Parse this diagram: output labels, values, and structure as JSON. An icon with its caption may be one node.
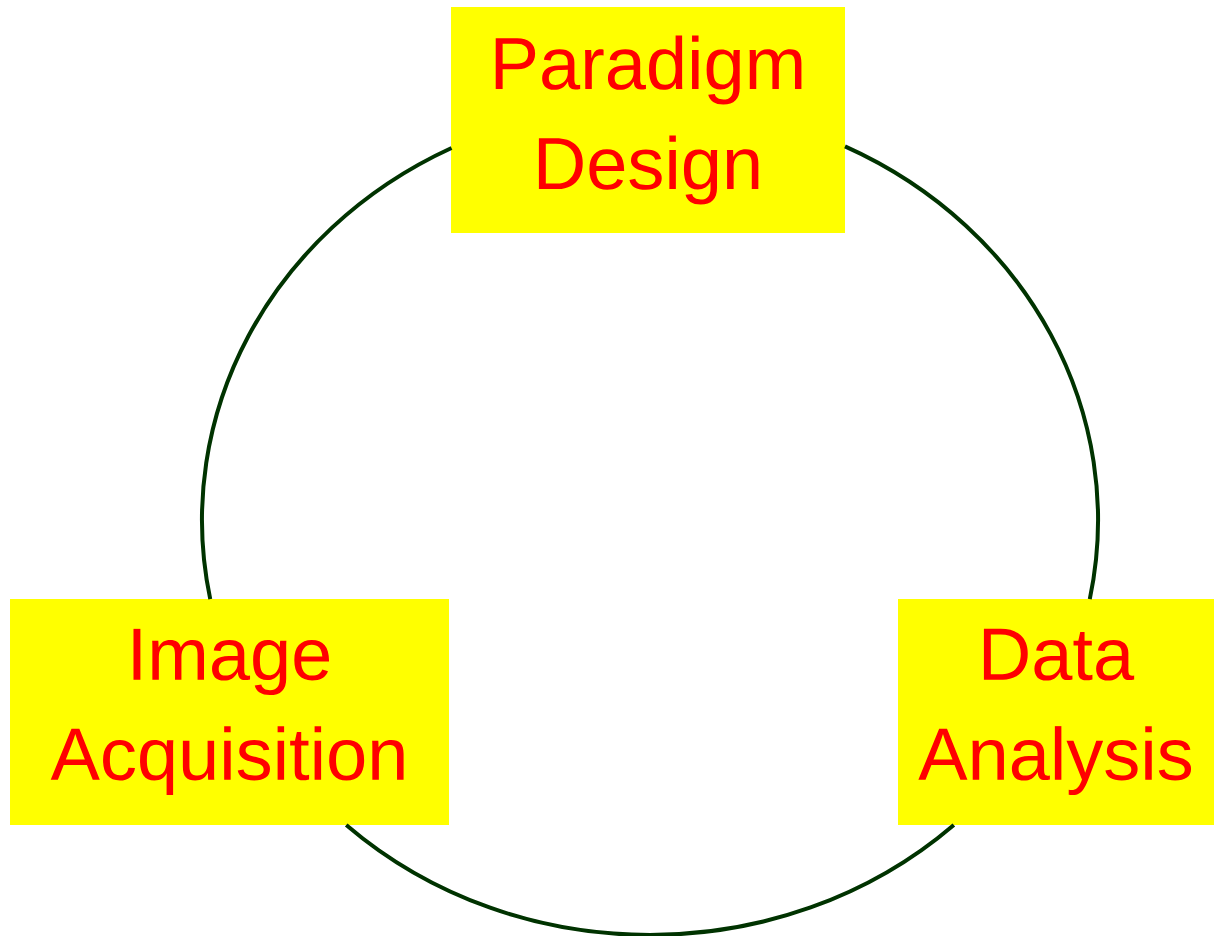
{
  "diagram": {
    "nodes": [
      {
        "text": [
          "Paradigm Design"
        ]
      },
      {
        "text": [
          "Image Acquisition"
        ]
      },
      {
        "text": [
          "Data Analysis"
        ]
      }
    ],
    "edges": [
      {
        "from": 0,
        "to": 2,
        "arrow": "none"
      },
      {
        "from": 2,
        "to": 1,
        "arrow": "none"
      },
      {
        "from": 1,
        "to": 0,
        "arrow": "none"
      }
    ]
  }
}
